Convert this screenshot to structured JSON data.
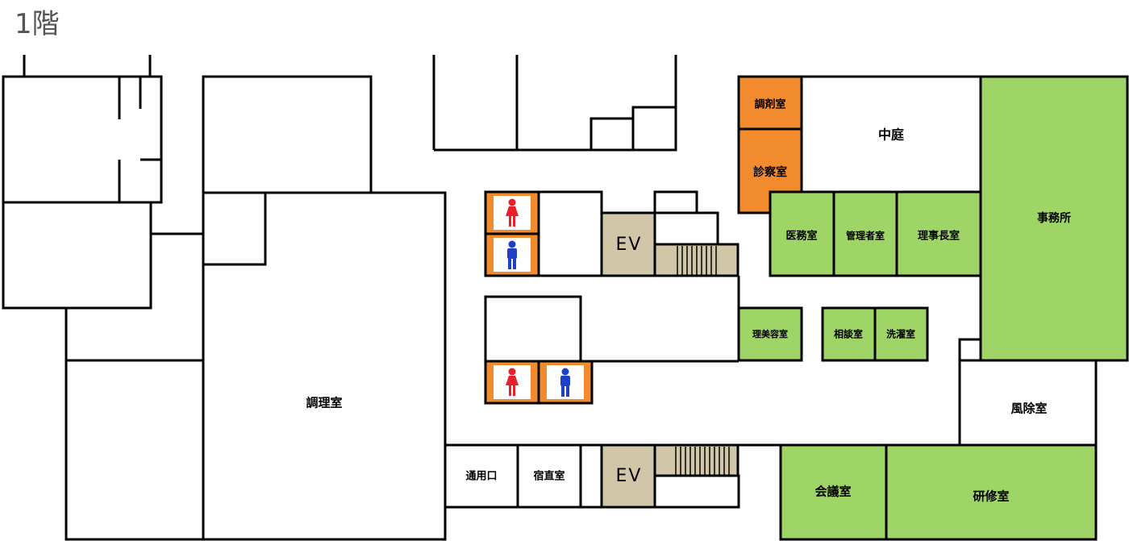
{
  "floor": {
    "title": "1階"
  },
  "colors": {
    "office_green": "#9fd466",
    "clinic_orange": "#f28a2e",
    "elevator_tan": "#d1c7a8",
    "female_red": "#e8202a",
    "male_blue": "#1f3fc7",
    "wall": "#000000"
  },
  "rooms": {
    "chozai": "調剤室",
    "shinsatsu": "診察室",
    "nakaniwa": "中庭",
    "jimusho": "事務所",
    "imu": "医務室",
    "kanrisha": "管理者室",
    "rijicho": "理事長室",
    "rinen": "理美容室",
    "sodan": "相談室",
    "senjo": "洗濯室",
    "choriku": "調理室",
    "fujo": "風除室",
    "tsuyoguchi": "通用口",
    "shukuchoku": "宿直室",
    "kaigi": "会議室",
    "kenshu": "研修室"
  },
  "elevators": {
    "upper": "EV",
    "lower": "EV"
  },
  "restroom_icons": [
    "female-restroom-icon",
    "male-restroom-icon",
    "female-restroom-icon",
    "male-restroom-icon"
  ]
}
